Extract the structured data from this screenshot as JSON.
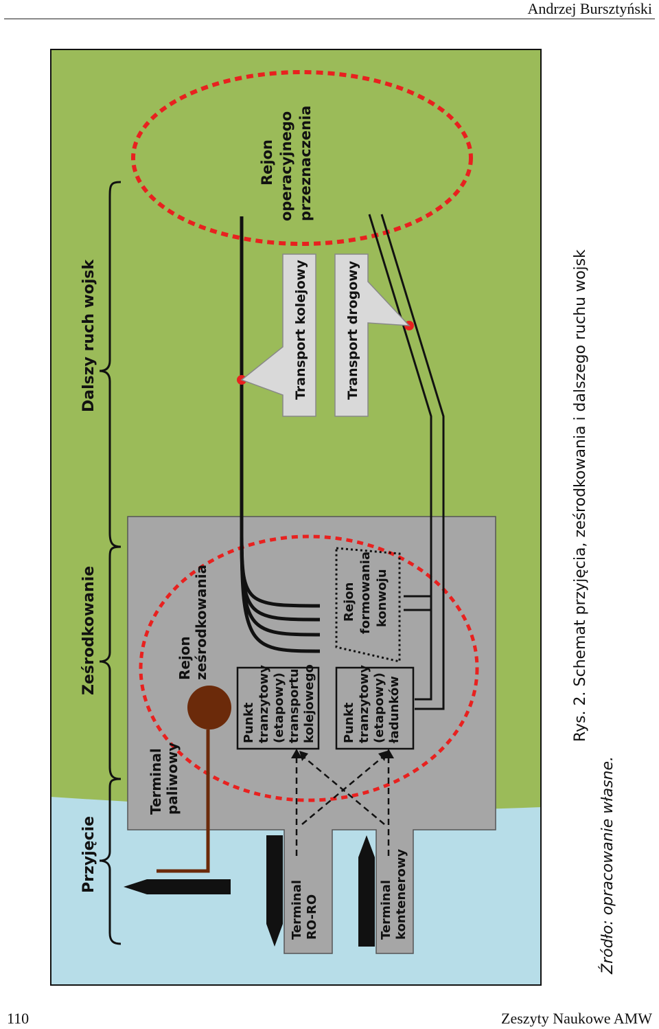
{
  "header": {
    "author": "Andrzej Bursztyński"
  },
  "footer": {
    "page_number": "110",
    "journal": "Zeszyty Naukowe AMW"
  },
  "figure": {
    "phases": {
      "reception": "Przyjęcie",
      "concentration": "Ześrodkowanie",
      "further_movement": "Dalszy ruch wojsk"
    },
    "labels": {
      "fuel_terminal": [
        "Terminal",
        "paliwowy"
      ],
      "concentration_area": [
        "Rejon",
        "ześrodkowania"
      ],
      "rail_transit_point": [
        "Punkt",
        "tranzytowy",
        "(etapowy)",
        "transportu",
        "kolejowego"
      ],
      "cargo_transit_point": [
        "Punkt",
        "tranzytowy",
        "(etapowy)",
        "ładunków"
      ],
      "convoy_area": [
        "Rejon",
        "formowania",
        "konwoju"
      ],
      "roro_terminal": [
        "Terminal",
        "RO-RO"
      ],
      "container_terminal": [
        "Terminal",
        "kontenerowy"
      ],
      "rail_transport": "Transport kolejowy",
      "road_transport": "Transport drogowy",
      "operational_area": [
        "Rejon",
        "operacyjnego",
        "przeznaczenia"
      ]
    },
    "colors": {
      "land": "#9bbb59",
      "water": "#b7dde8",
      "port": "#a6a6a6",
      "boundary": "#e8211f",
      "fuel": "#6b2a0a"
    }
  },
  "caption": "Rys. 2. Schemat przyjęcia, ześrodkowania i dalszego ruchu wojsk",
  "source": "Źródło: opracowanie własne."
}
